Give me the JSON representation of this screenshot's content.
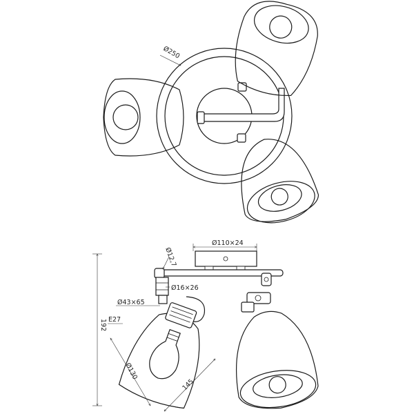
{
  "drawing": {
    "top_view": {
      "ring_diameter": "Ø250"
    },
    "side_view": {
      "base_dim": "Ø110×24",
      "arm_dim": "Ø12,7",
      "knuckle_dim": "Ø16×26",
      "holder_dim": "Ø43×65",
      "socket_type": "E27",
      "shade_diameter": "Ø130",
      "shade_length": "145",
      "total_height": "192"
    }
  }
}
